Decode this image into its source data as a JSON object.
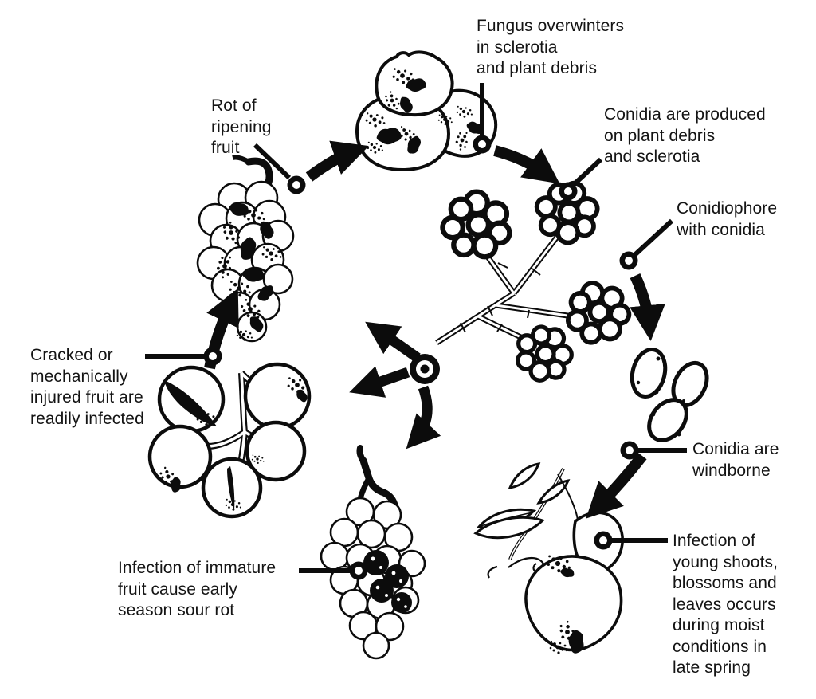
{
  "labels": {
    "fungus_overwinters": "Fungus overwinters\nin sclerotia\nand plant debris",
    "rot_of_ripening_fruit": "Rot of\nripening\nfruit",
    "conidia_produced": "Conidia are produced\non plant debris\nand sclerotia",
    "conidiophore_with_conidia": "Conidiophore\nwith conidia",
    "conidia_windborne": "Conidia are\nwindborne",
    "infection_young_shoots": "Infection of\nyoung shoots,\nblossoms and\nleaves occurs\nduring moist\nconditions in\nlate spring",
    "infection_immature_fruit": "Infection of immature\nfruit cause early\nseason sour rot",
    "cracked_fruit": "Cracked or\nmechanically\ninjured fruit are\nreadily infected"
  },
  "colors": {
    "ink": "#0c0c0c",
    "background": "#ffffff"
  }
}
